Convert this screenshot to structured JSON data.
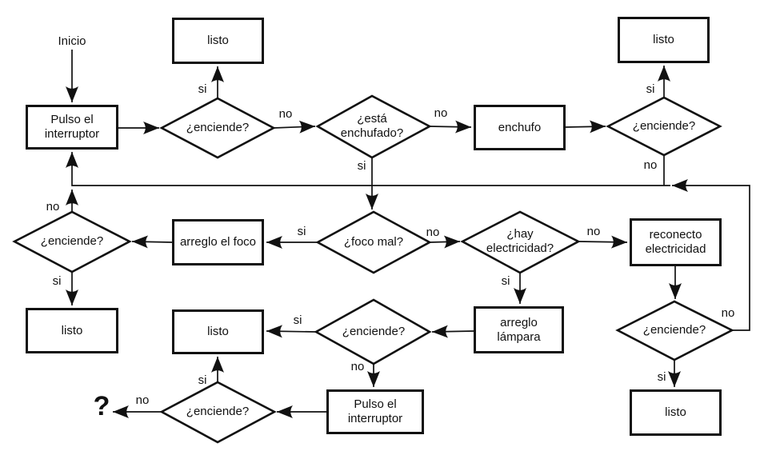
{
  "diagram": {
    "colors": {
      "line": "#111111",
      "background": "#ffffff"
    },
    "labels": {
      "si": "si",
      "no": "no"
    },
    "start": {
      "label": "Inicio"
    },
    "unknown_mark": "?",
    "nodes": {
      "pulso1": {
        "label": "Pulso el interruptor",
        "shape": "rect"
      },
      "listo_top1": {
        "label": "listo",
        "shape": "rect"
      },
      "enciende_top1": {
        "label": "¿enciende?",
        "shape": "diamond"
      },
      "enchufado": {
        "label": "¿está enchufado?",
        "shape": "diamond"
      },
      "enchufo": {
        "label": "enchufo",
        "shape": "rect"
      },
      "enciende_top2": {
        "label": "¿enciende?",
        "shape": "diamond"
      },
      "listo_top2": {
        "label": "listo",
        "shape": "rect"
      },
      "enciende_mid_left": {
        "label": "¿enciende?",
        "shape": "diamond"
      },
      "arreglo_foco": {
        "label": "arreglo el foco",
        "shape": "rect"
      },
      "foco_mal": {
        "label": "¿foco mal?",
        "shape": "diamond"
      },
      "hay_electricidad": {
        "label": "¿hay electricidad?",
        "shape": "diamond"
      },
      "reconecto": {
        "label": "reconecto electricidad",
        "shape": "rect"
      },
      "listo_mid_left": {
        "label": "listo",
        "shape": "rect"
      },
      "listo_mid": {
        "label": "listo",
        "shape": "rect"
      },
      "enciende_mid": {
        "label": "¿enciende?",
        "shape": "diamond"
      },
      "arreglo_lampara": {
        "label": "arreglo lámpara",
        "shape": "rect"
      },
      "enciende_right": {
        "label": "¿enciende?",
        "shape": "diamond"
      },
      "listo_bottom_right": {
        "label": "listo",
        "shape": "rect"
      },
      "pulso2": {
        "label": "Pulso el interruptor",
        "shape": "rect"
      },
      "enciende_bottom": {
        "label": "¿enciende?",
        "shape": "diamond"
      }
    },
    "edges": [
      {
        "from": "inicio",
        "to": "pulso1"
      },
      {
        "from": "pulso1",
        "to": "enciende_top1"
      },
      {
        "from": "enciende_top1",
        "to": "listo_top1",
        "label": "si"
      },
      {
        "from": "enciende_top1",
        "to": "enchufado",
        "label": "no"
      },
      {
        "from": "enchufado",
        "to": "enchufo",
        "label": "no"
      },
      {
        "from": "enchufo",
        "to": "enciende_top2"
      },
      {
        "from": "enciende_top2",
        "to": "listo_top2",
        "label": "si"
      },
      {
        "from": "enciende_top2",
        "to": "pulso1",
        "label": "no"
      },
      {
        "from": "enchufado",
        "to": "foco_mal",
        "label": "si"
      },
      {
        "from": "foco_mal",
        "to": "arreglo_foco",
        "label": "si"
      },
      {
        "from": "arreglo_foco",
        "to": "enciende_mid_left"
      },
      {
        "from": "enciende_mid_left",
        "to": "pulso1",
        "label": "no"
      },
      {
        "from": "enciende_mid_left",
        "to": "listo_mid_left",
        "label": "si"
      },
      {
        "from": "foco_mal",
        "to": "hay_electricidad",
        "label": "no"
      },
      {
        "from": "hay_electricidad",
        "to": "reconecto",
        "label": "no"
      },
      {
        "from": "reconecto",
        "to": "enciende_right"
      },
      {
        "from": "enciende_right",
        "to": "pulso1",
        "label": "no"
      },
      {
        "from": "enciende_right",
        "to": "listo_bottom_right",
        "label": "si"
      },
      {
        "from": "hay_electricidad",
        "to": "arreglo_lampara",
        "label": "si"
      },
      {
        "from": "arreglo_lampara",
        "to": "enciende_mid"
      },
      {
        "from": "enciende_mid",
        "to": "listo_mid",
        "label": "si"
      },
      {
        "from": "enciende_mid",
        "to": "pulso2",
        "label": "no"
      },
      {
        "from": "pulso2",
        "to": "enciende_bottom"
      },
      {
        "from": "enciende_bottom",
        "to": "listo_mid",
        "label": "si"
      },
      {
        "from": "enciende_bottom",
        "to": "unknown",
        "label": "no"
      }
    ]
  }
}
